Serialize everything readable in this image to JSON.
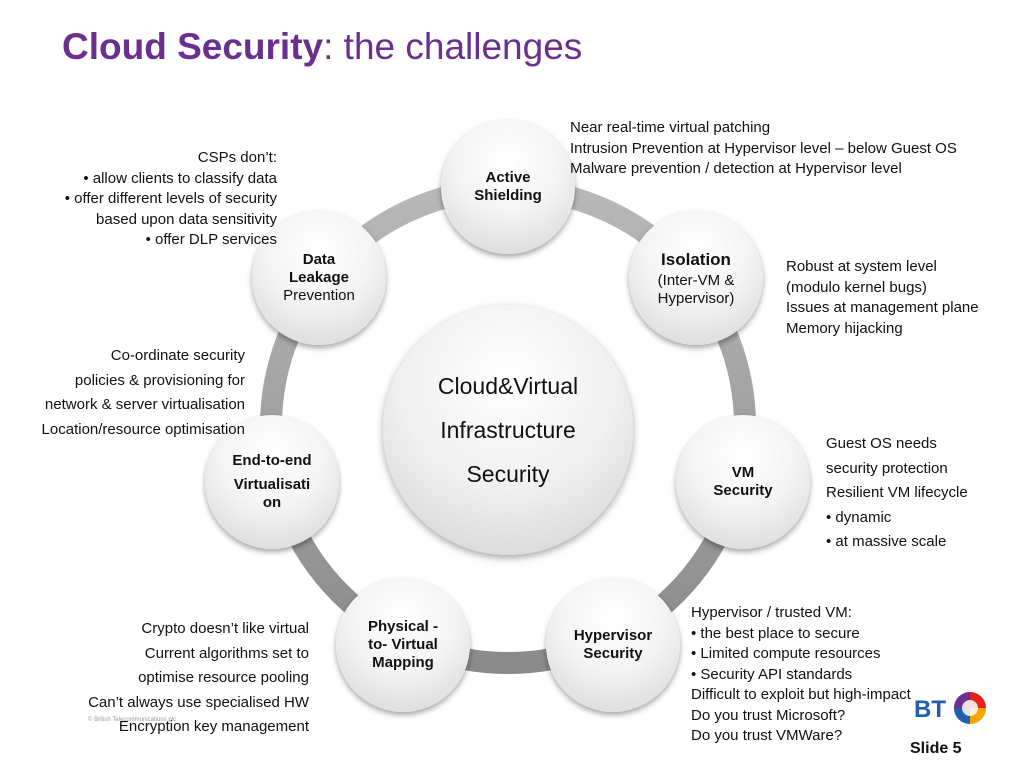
{
  "title": {
    "bold": "Cloud Security",
    "rest": ": the challenges"
  },
  "center": {
    "line1": "Cloud&Virtual",
    "line2": "Infrastructure",
    "line3": "Security"
  },
  "nodes": {
    "active_shielding": {
      "line1": "Active",
      "line2": "Shielding"
    },
    "isolation": {
      "title": "Isolation",
      "sub1": "(Inter-VM &",
      "sub2": "Hypervisor)"
    },
    "vm_security": {
      "line1": "VM",
      "line2": "Security"
    },
    "hypervisor_security": {
      "line1": "Hypervisor",
      "line2": "Security"
    },
    "physical_mapping": {
      "line1": "Physical -",
      "line2": "to- Virtual",
      "line3": "Mapping"
    },
    "end_to_end": {
      "line1": "End-to-end",
      "line2": "Virtualisati",
      "line3": "on"
    },
    "data_leakage": {
      "line1": "Data",
      "line2": "Leakage",
      "line3": "Prevention"
    }
  },
  "notes": {
    "active_shielding": [
      "Near real-time virtual patching",
      "Intrusion Prevention at Hypervisor level – below Guest OS",
      "Malware prevention / detection at Hypervisor level"
    ],
    "isolation": [
      "Robust at system level",
      "(modulo kernel bugs)",
      "Issues at management plane",
      "Memory hijacking"
    ],
    "vm_security": [
      "Guest OS needs",
      "security protection",
      "Resilient VM lifecycle",
      "• dynamic",
      "• at massive scale"
    ],
    "hypervisor_security": [
      "Hypervisor / trusted VM:",
      "• the best place to secure",
      "• Limited compute resources",
      "• Security API standards",
      "Difficult to exploit but high-impact",
      "Do you trust Microsoft?",
      "Do you trust VMWare?"
    ],
    "physical_mapping": [
      "Crypto doesn’t like virtual",
      "Current algorithms set to",
      "optimise resource pooling",
      "Can’t always use specialised HW",
      "Encryption key management"
    ],
    "end_to_end": [
      "Co-ordinate security",
      "policies & provisioning for",
      "network & server virtualisation",
      "Location/resource optimisation"
    ],
    "data_leakage": [
      "CSPs don’t:",
      "• allow clients to classify data",
      "• offer different levels of security",
      "based upon data sensitivity",
      "• offer DLP services"
    ]
  },
  "footer": {
    "copyright": "© British Telecommunications plc",
    "logo_text": "BT",
    "slide": "Slide 5"
  },
  "colors": {
    "title": "#6b2f8f",
    "ring": "#9a9a9a",
    "logo_blue": "#1f5fb0"
  }
}
